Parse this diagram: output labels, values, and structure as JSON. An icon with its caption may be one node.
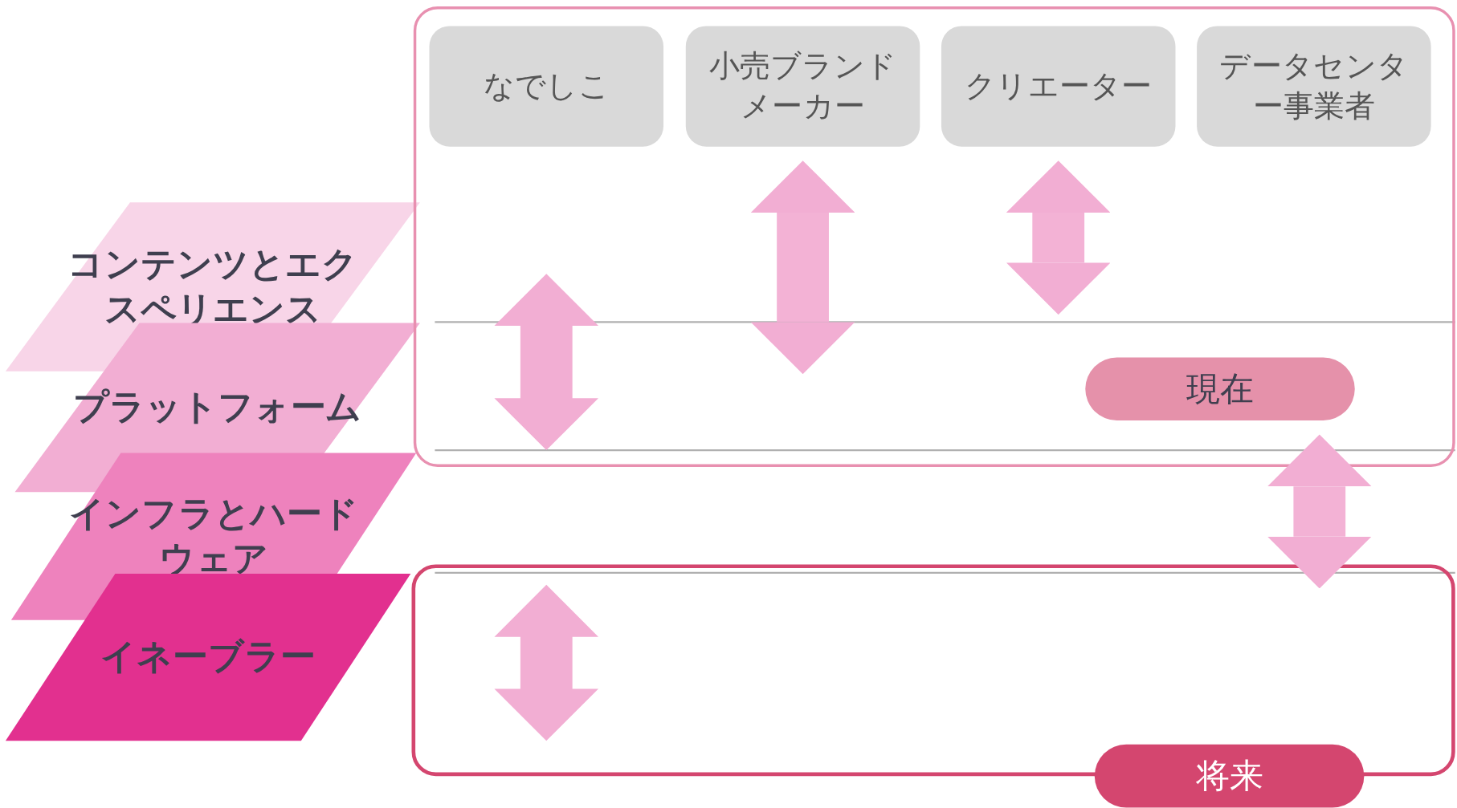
{
  "diagram": {
    "nodes": [
      {
        "text": [
          "コンテンツとエクスペリエンス"
        ]
      },
      {
        "text": [
          "プラットフォーム"
        ]
      },
      {
        "text": [
          "インフラとハードウェア"
        ]
      },
      {
        "text": [
          "イネーブラー"
        ]
      },
      {
        "text": [
          "現在"
        ]
      },
      {
        "text": [
          "なでしこ"
        ],
        "in": 4
      },
      {
        "text": [
          "小売ブランドメーカー"
        ],
        "in": 4
      },
      {
        "text": [
          "クリエーター"
        ],
        "in": 4
      },
      {
        "text": [
          "データセンター事業者"
        ],
        "in": 4
      },
      {
        "text": [
          "将来"
        ]
      }
    ],
    "edges": [
      {
        "from": 4,
        "to": 9,
        "arrow": "both"
      },
      {
        "from": 6,
        "to": null,
        "arrow": "both"
      },
      {
        "from": 7,
        "to": null,
        "arrow": "both"
      }
    ]
  }
}
